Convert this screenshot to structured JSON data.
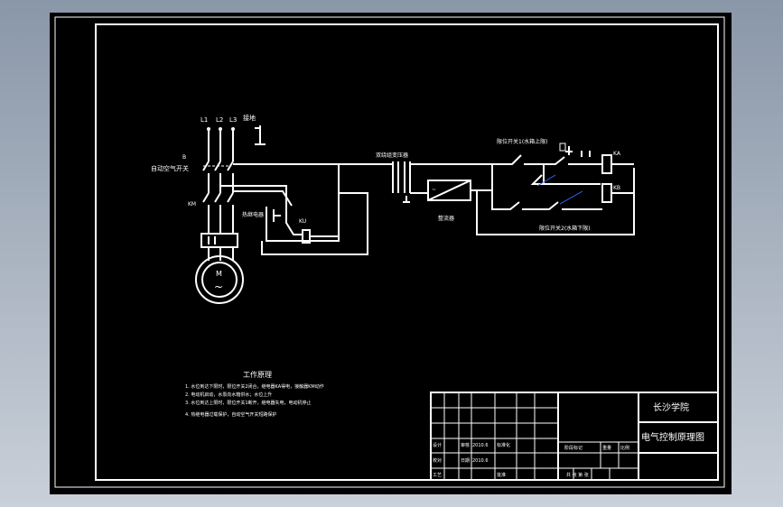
{
  "title_block": {
    "school": "长沙学院",
    "drawing_name": "电气控制原理图",
    "cells": {
      "date1": "2010.6",
      "date2": "2010.6",
      "r1a": "设计",
      "r1b": "审核",
      "r2a": "校对",
      "r2b": "日期",
      "r3": "标准化",
      "r4a": "工艺",
      "r4b": "批准",
      "scale_label": "阶段标记",
      "weight_label": "重量",
      "ratio_label": "比例",
      "sheet_info": "共  张  第  张"
    }
  },
  "labels": {
    "l1": "L1",
    "l2": "L2",
    "l3": "L3",
    "ground": "接地",
    "breaker": "自动空气开关",
    "qf": "B",
    "km": "KM",
    "overload": "热继电器",
    "ku": "KU",
    "transformer": "双绕组变压器",
    "rectifier": "整流器",
    "ka": "KA",
    "kb": "KB",
    "switch_upper": "限位开关1(水箱上限)",
    "switch_lower": "限位开关2(水箱下限)",
    "motor_m": "M",
    "motor_ac": "~"
  },
  "notes": {
    "heading": "工作原理",
    "lines": [
      "1. 水位到达下限时，限位开关2闭合，继电器KA得电，接触器KM动作",
      "2. 电动机启动，水泵向水箱供水；水位上升",
      "3. 水位到达上限时，限位开关1断开，继电器失电，电动机停止",
      "4. 热继电器过载保护，自动空气开关短路保护"
    ]
  }
}
